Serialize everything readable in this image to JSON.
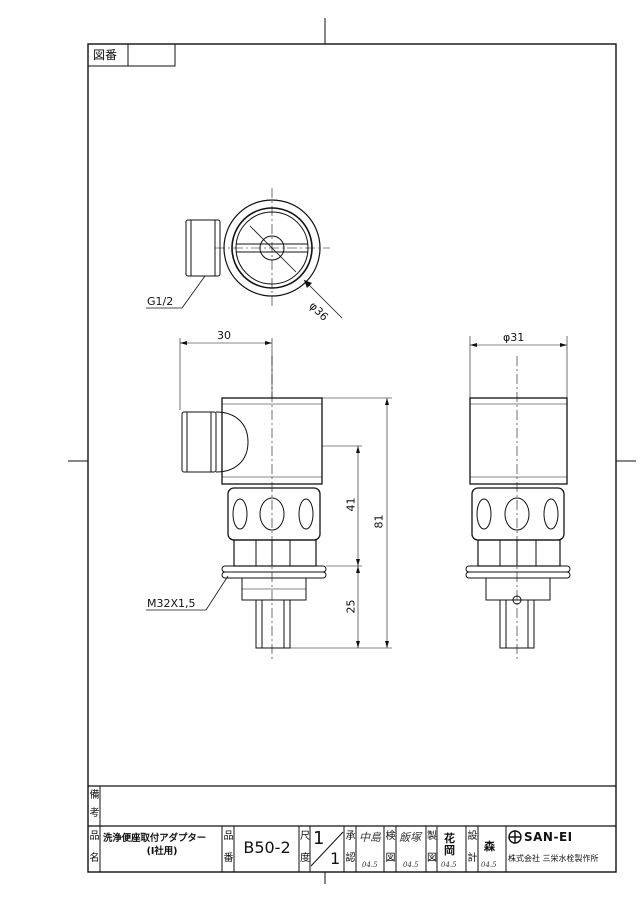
{
  "drawing_number_label": "図番",
  "dimensions": {
    "thread_top": "G1/2",
    "diameter_top": "φ36",
    "width_front": "30",
    "diameter_side": "φ31",
    "height_41": "41",
    "height_81": "81",
    "height_25": "25",
    "thread_bottom": "M32X1,5"
  },
  "remarks_label": [
    "備",
    "考"
  ],
  "title_block": {
    "name_label": [
      "品",
      "名"
    ],
    "product_name_line1": "洗浄便座取付アダプター",
    "product_name_line2": "(I社用)",
    "part_no_label": [
      "品",
      "番"
    ],
    "part_no": "B50-2",
    "scale_label": [
      "尺",
      "度"
    ],
    "scale_numerator": "1",
    "scale_denominator": "1",
    "approved_label": [
      "承",
      "認"
    ],
    "approved_stamp": "中島",
    "approved_date": "04.5",
    "checked_label": [
      "検",
      "図"
    ],
    "checked_stamp": "飯塚",
    "checked_date": "04.5",
    "drawn_label": [
      "製",
      "図"
    ],
    "drawn_stamp": "花岡",
    "drawn_date": "04.5",
    "design_label": [
      "設",
      "計"
    ],
    "design_stamp": "森",
    "design_date": "04.5",
    "brand": "SAN-EI",
    "company": "株式会社 三栄水栓製作所"
  }
}
